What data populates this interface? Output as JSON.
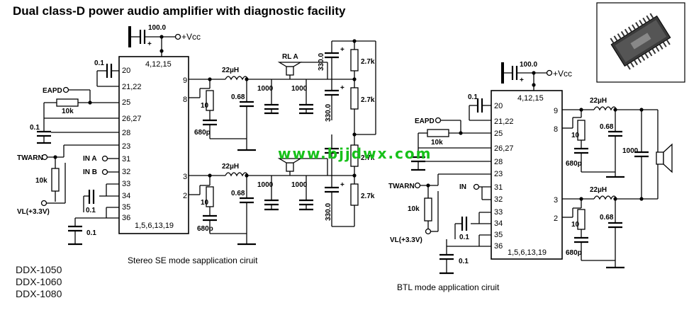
{
  "title": "Dual class-D power audio amplifier with diagnostic facility",
  "models": [
    "DDX-1050",
    "DDX-1060",
    "DDX-1080"
  ],
  "watermark": "www.bjjdwx.com",
  "left": {
    "caption": "Stereo SE mode sapplication ciruit",
    "supply_cap": "100.0",
    "supply": "+Vcc",
    "ic_top_pins": "4,12,15",
    "ic_bottom_pins": "1,5,6,13,19",
    "pins_left": [
      "20",
      "21,22",
      "25",
      "26,27",
      "28",
      "23",
      "31",
      "32",
      "33",
      "34",
      "35",
      "36"
    ],
    "pins_right": [
      "9",
      "8",
      "3",
      "2"
    ],
    "labels": {
      "c_pin20": "0.1",
      "eapd": "EAPD",
      "r_eapd": "10k",
      "c_bypass": "0.1",
      "twarn": "TWARN",
      "in_a": "IN A",
      "in_b": "IN B",
      "r_twarn": "10k",
      "vl": "VL(+3.3V)",
      "c_34": "0.1",
      "c_36": "0.1",
      "inductor": "22µH",
      "r_snub": "10",
      "c_snub": "680p",
      "c_filter": "0.68",
      "c_out": "1000",
      "speaker": "RL A",
      "c_elec": "330.0",
      "r_div": "2.7k"
    }
  },
  "right": {
    "caption": "BTL mode application ciruit",
    "supply_cap": "100.0",
    "supply": "+Vcc",
    "ic_top_pins": "4,12,15",
    "ic_bottom_pins": "1,5,6,13,19",
    "pins_left": [
      "20",
      "21,22",
      "25",
      "26,27",
      "28",
      "23",
      "31",
      "32",
      "33",
      "34",
      "35",
      "36"
    ],
    "pins_right": [
      "9",
      "8",
      "3",
      "2"
    ],
    "labels": {
      "c_pin20": "0.1",
      "eapd": "EAPD",
      "r_eapd": "10k",
      "twarn": "TWARN",
      "in": "IN",
      "r_twarn": "10k",
      "vl": "VL(+3.3V)",
      "c_34": "0.1",
      "c_36": "0.1",
      "inductor": "22µH",
      "r_snub": "10",
      "c_snub": "680p",
      "c_filter": "0.68",
      "c_out": "1000"
    }
  }
}
